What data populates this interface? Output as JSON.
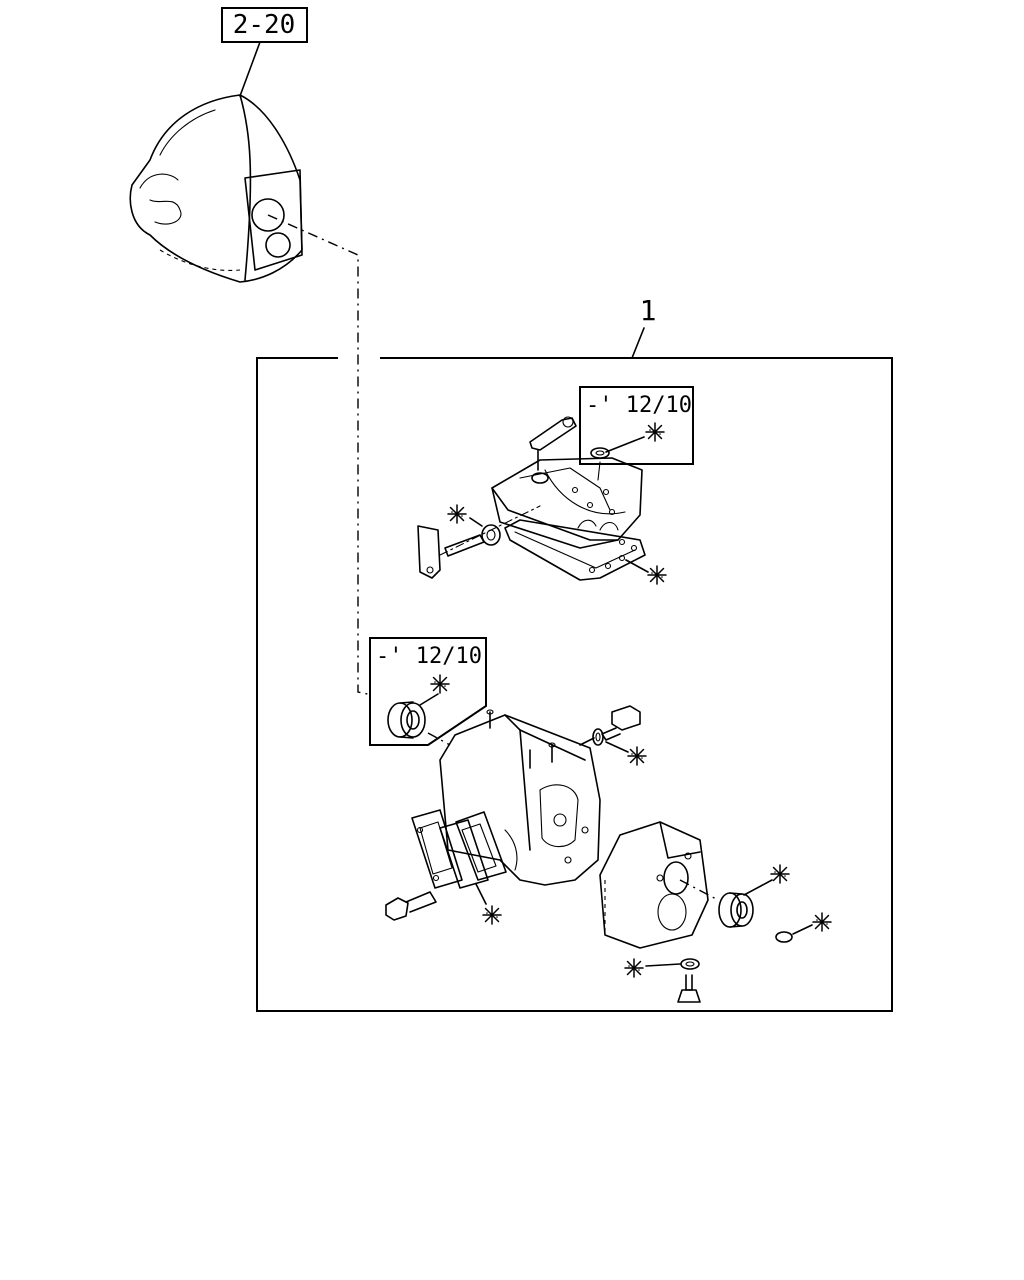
{
  "diagram": {
    "callouts": {
      "ref_main": "2-20",
      "item_number": "1",
      "serial_note_top": "-' 12/10",
      "serial_note_bottom": "-' 12/10"
    },
    "marker_symbol": "asterisk-marker"
  }
}
